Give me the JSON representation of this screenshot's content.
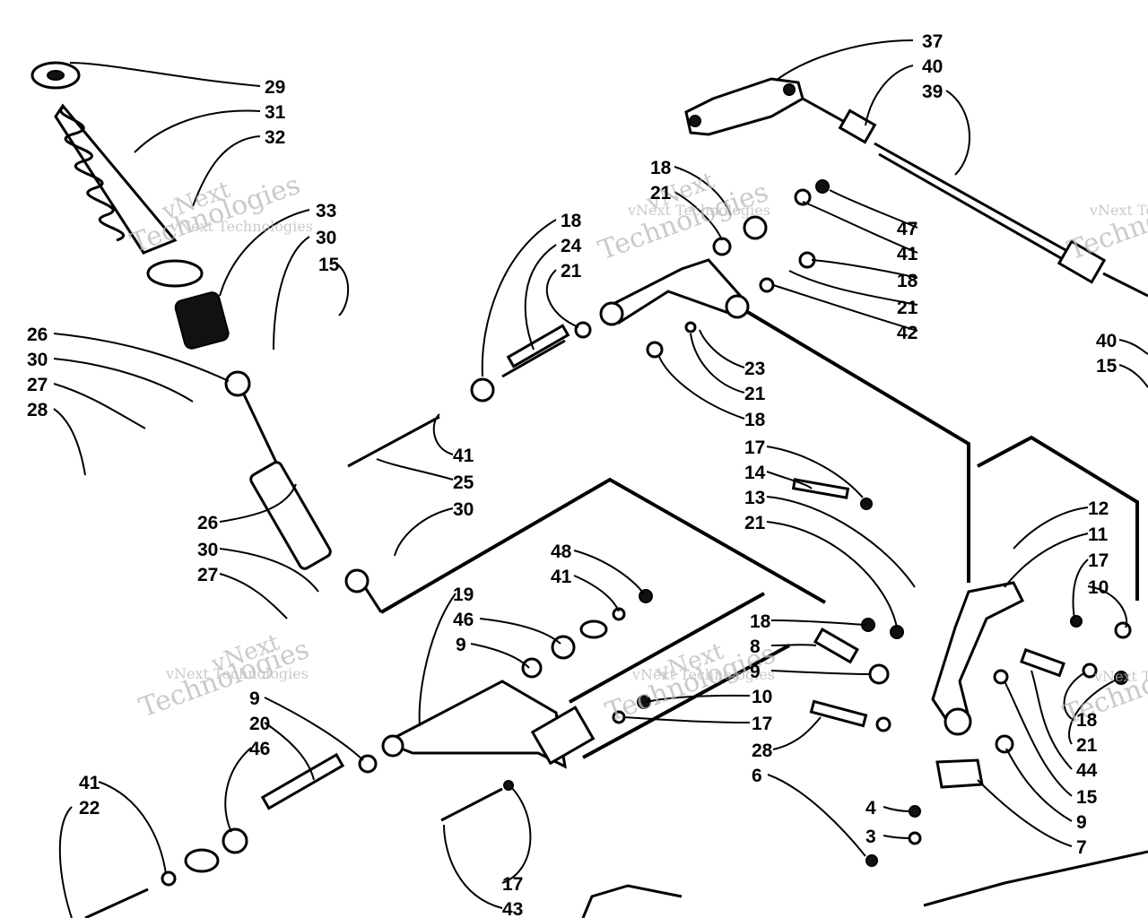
{
  "watermark": {
    "line1": "vNext",
    "line2": "vNext Technologies",
    "line3": "Technologies"
  },
  "callouts": [
    "37",
    "40",
    "39",
    "29",
    "31",
    "32",
    "33",
    "30",
    "15",
    "26",
    "30",
    "27",
    "28",
    "18",
    "21",
    "47",
    "41",
    "18",
    "21",
    "42",
    "18",
    "24",
    "21",
    "23",
    "21",
    "18",
    "41",
    "25",
    "30",
    "26",
    "30",
    "27",
    "17",
    "14",
    "13",
    "21",
    "12",
    "11",
    "17",
    "10",
    "40",
    "15",
    "48",
    "41",
    "19",
    "46",
    "9",
    "18",
    "8",
    "9",
    "10",
    "17",
    "28",
    "6",
    "9",
    "20",
    "46",
    "41",
    "22",
    "17",
    "43",
    "18",
    "21",
    "44",
    "15",
    "9",
    "7",
    "4",
    "3"
  ],
  "colors": {
    "ink": "#000000",
    "paper": "#ffffff",
    "watermark": "#b8b8b8"
  }
}
